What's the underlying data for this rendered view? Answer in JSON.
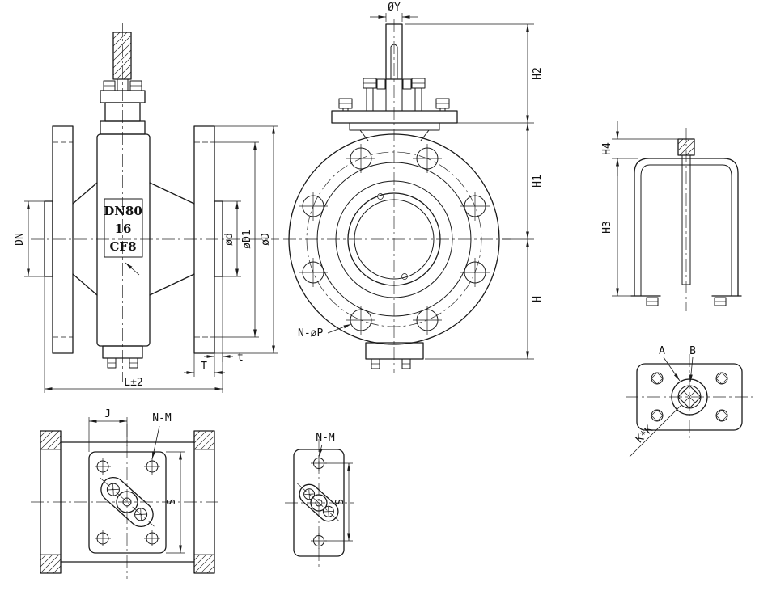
{
  "drawing": {
    "colors": {
      "line": "#1a1a1a",
      "background": "#ffffff"
    },
    "side_view": {
      "nameplate": {
        "size": "DN80",
        "rating": "16",
        "material": "CF8"
      },
      "dims": {
        "bore": "DN",
        "d": "ød",
        "d1": "øD1",
        "D": "øD",
        "t": "t",
        "T": "T",
        "length": "L±2"
      }
    },
    "front_view": {
      "dims": {
        "stem": "ØY",
        "h2": "H2",
        "h1": "H1",
        "h": "H",
        "bolt_holes": "N-øP"
      }
    },
    "bracket_view": {
      "dims": {
        "h4": "H4",
        "h3": "H3"
      }
    },
    "stem_head_view": {
      "labels": {
        "a": "A",
        "b": "B"
      },
      "dims": {
        "square": "K*K"
      }
    },
    "top_view": {
      "dims": {
        "j": "J",
        "mount_holes": "N-M",
        "s": "S"
      }
    },
    "top_view_side": {
      "dims": {
        "mount_holes": "N-M",
        "s": "S"
      }
    }
  }
}
